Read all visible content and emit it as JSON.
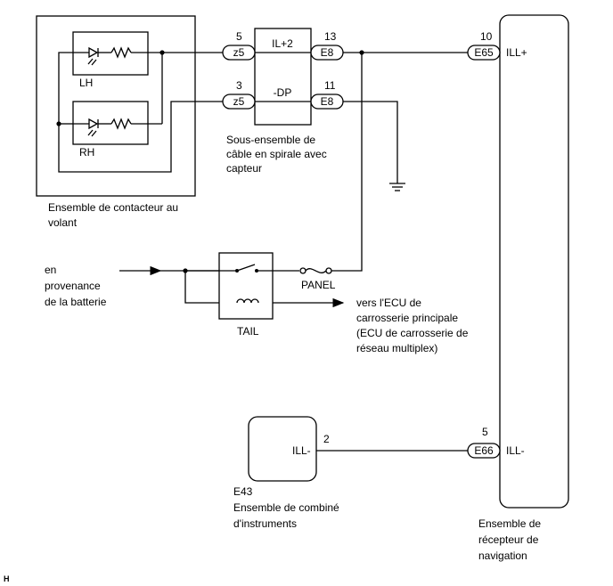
{
  "steering_switch": {
    "lh": "LH",
    "rh": "RH",
    "caption_line1": "Ensemble de contacteur au",
    "caption_line2": "volant"
  },
  "spiral_cable": {
    "pin_top": "5",
    "pin_bottom": "3",
    "conn_left": "z5",
    "label_top": "IL+2",
    "label_bottom": "-DP",
    "conn_right": "E8",
    "pin_right_top": "13",
    "pin_right_bottom": "11",
    "caption_line1": "Sous-ensemble de",
    "caption_line2": "câble en spirale avec",
    "caption_line3": "capteur"
  },
  "navigation": {
    "pin_top": "10",
    "conn_top": "E65",
    "term_top": "ILL+",
    "pin_bottom": "5",
    "conn_bottom": "E66",
    "term_bottom": "ILL-",
    "caption_line1": "Ensemble de",
    "caption_line2": "récepteur de",
    "caption_line3": "navigation"
  },
  "battery": {
    "line1": "en",
    "line2": "provenance",
    "line3": "de la batterie"
  },
  "relay": {
    "fuse_label": "PANEL",
    "relay_label": "TAIL"
  },
  "ecu": {
    "line1": "vers l'ECU de",
    "line2": "carrosserie principale",
    "line3": "(ECU de carrosserie de",
    "line4": "réseau multiplex)"
  },
  "combination_meter": {
    "terminal": "ILL-",
    "pin": "2",
    "connector": "E43",
    "caption_line1": "Ensemble de combiné",
    "caption_line2": "d'instruments"
  },
  "corner_mark": "H"
}
